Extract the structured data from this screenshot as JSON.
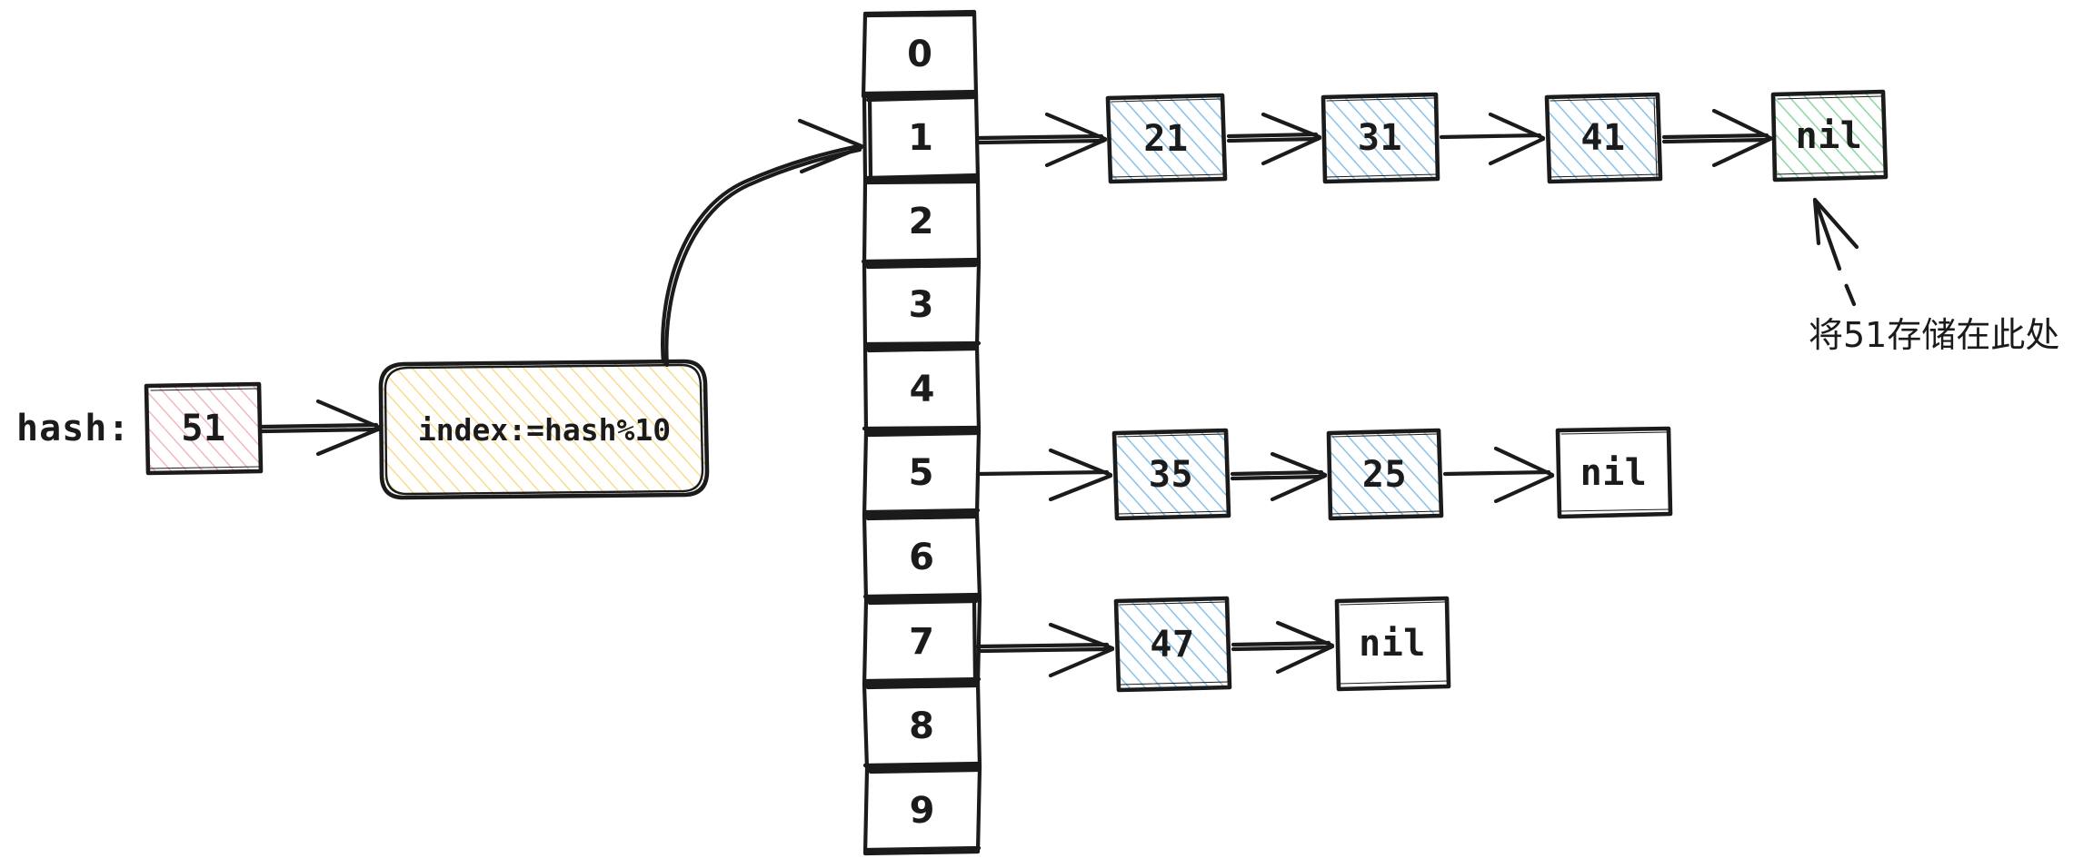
{
  "diagram": {
    "title": "hash table separate chaining insert 51",
    "hash_label": "hash:",
    "hash_value": "51",
    "formula": "index:=hash%10",
    "annotation": "将51存储在此处",
    "colors": {
      "stroke": "#1b1b1b",
      "background": "#ffffff",
      "node_blue": "#4a90d9",
      "node_blue_fill": "#cfe4f5",
      "nil_green": "#52c07a",
      "nil_green_fill": "#d6f0de",
      "hash_red": "#e8a0a6",
      "hash_red_fill": "#f8dcdf",
      "formula_yellow": "#f2cc50",
      "formula_yellow_fill": "#fdf3cd"
    },
    "buckets": [
      {
        "index": "0"
      },
      {
        "index": "1"
      },
      {
        "index": "2"
      },
      {
        "index": "3"
      },
      {
        "index": "4"
      },
      {
        "index": "5"
      },
      {
        "index": "6"
      },
      {
        "index": "7"
      },
      {
        "index": "8"
      },
      {
        "index": "9"
      }
    ],
    "chains": [
      {
        "bucket": "1",
        "nodes": [
          {
            "value": "21",
            "style": "blue"
          },
          {
            "value": "31",
            "style": "blue"
          },
          {
            "value": "41",
            "style": "blue"
          },
          {
            "value": "nil",
            "style": "green"
          }
        ]
      },
      {
        "bucket": "5",
        "nodes": [
          {
            "value": "35",
            "style": "blue"
          },
          {
            "value": "25",
            "style": "blue"
          },
          {
            "value": "nil",
            "style": "plain"
          }
        ]
      },
      {
        "bucket": "7",
        "nodes": [
          {
            "value": "47",
            "style": "blue"
          },
          {
            "value": "nil",
            "style": "plain"
          }
        ]
      }
    ]
  }
}
